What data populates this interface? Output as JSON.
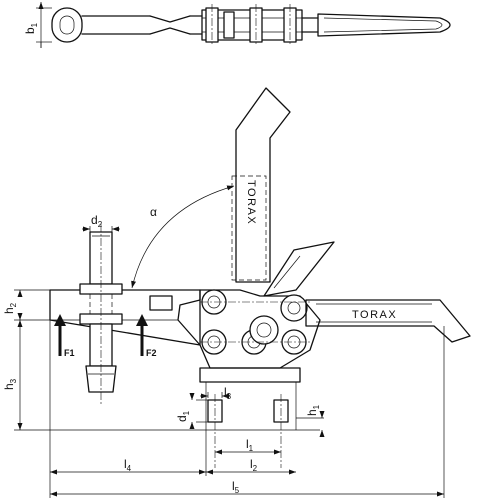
{
  "labels": {
    "b1": {
      "main": "b",
      "sub": "1"
    },
    "d2": {
      "main": "d",
      "sub": "2"
    },
    "alpha": "α",
    "h2": {
      "main": "h",
      "sub": "2"
    },
    "h3": {
      "main": "h",
      "sub": "3"
    },
    "f1": "F1",
    "f2": "F2",
    "l3": {
      "main": "l",
      "sub": "3"
    },
    "d1": {
      "main": "d",
      "sub": "1"
    },
    "h1": {
      "main": "h",
      "sub": "1"
    },
    "l1": {
      "main": "l",
      "sub": "1"
    },
    "l2": {
      "main": "l",
      "sub": "2"
    },
    "l4": {
      "main": "l",
      "sub": "4"
    },
    "l5": {
      "main": "l",
      "sub": "5"
    }
  },
  "brand": {
    "name": "TORAX"
  }
}
